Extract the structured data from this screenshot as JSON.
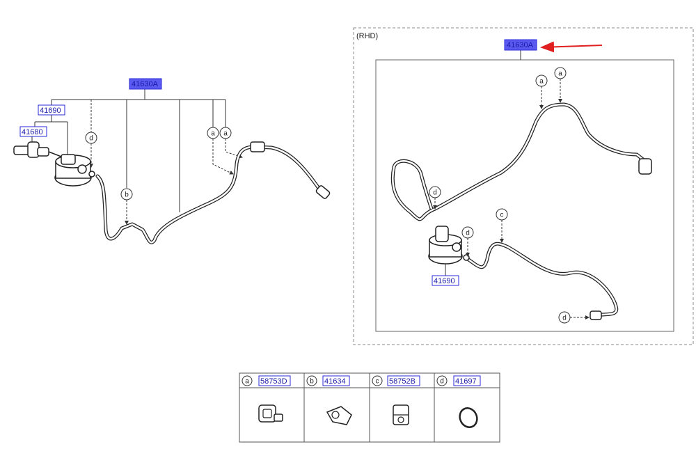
{
  "colors": {
    "label_border": "#2a2ad8",
    "label_highlight": "#5a5af0",
    "label_text": "#1a1aa8",
    "arrow": "#e02020",
    "line": "#333333",
    "tube": "#222222"
  },
  "left_assembly": {
    "main_part": "41630A",
    "master_cylinder": "41690",
    "fitting": "41680",
    "callouts": [
      "d",
      "b",
      "a",
      "a"
    ]
  },
  "rhd": {
    "title": "(RHD)",
    "main_part": "41630A",
    "master_cylinder": "41690",
    "callouts": [
      "a",
      "a",
      "d",
      "d",
      "c",
      "d"
    ]
  },
  "legend": [
    {
      "letter": "a",
      "part": "58753D",
      "icon": "clip-icon"
    },
    {
      "letter": "b",
      "part": "41634",
      "icon": "bracket-icon"
    },
    {
      "letter": "c",
      "part": "58752B",
      "icon": "clamp-icon"
    },
    {
      "letter": "d",
      "part": "41697",
      "icon": "o-ring-icon"
    }
  ]
}
